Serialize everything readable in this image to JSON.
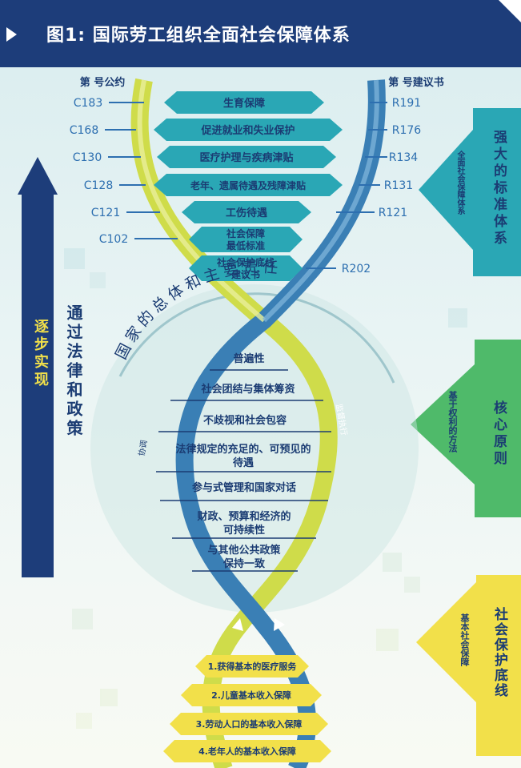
{
  "title": "图1: 国际劳工组织全面社会保障体系",
  "top_left_label": "第 号公约",
  "top_right_label": "第 号建议书",
  "standards": [
    {
      "convention": "C183",
      "label": "生育保障",
      "recommendation": "R191"
    },
    {
      "convention": "C168",
      "label": "促进就业和失业保护",
      "recommendation": "R176"
    },
    {
      "convention": "C130",
      "label": "医疗护理与疾病津贴",
      "recommendation": "R134"
    },
    {
      "convention": "C128",
      "label": "老年、遗属待遇及残障津贴",
      "recommendation": "R131"
    },
    {
      "convention": "C121",
      "label": "工伤待遇",
      "recommendation": "R121"
    },
    {
      "convention": "C102",
      "label_lines": [
        "社会保障",
        "最低标准"
      ],
      "recommendation": ""
    },
    {
      "convention": "",
      "label_lines": [
        "社会保护底线",
        "建议书"
      ],
      "recommendation": "R202"
    }
  ],
  "state_responsibility": "国家的总体和主要责任",
  "principles": [
    {
      "lines": [
        "普遍性"
      ]
    },
    {
      "lines": [
        "社会团结与集体筹资"
      ]
    },
    {
      "lines": [
        "不歧视和社会包容"
      ]
    },
    {
      "lines": [
        "法律规定的充足的、可预见的",
        "待遇"
      ]
    },
    {
      "lines": [
        "参与式管理和国家对话"
      ]
    },
    {
      "lines": [
        "财政、预算和经济的",
        "可持续性"
      ]
    },
    {
      "lines": [
        "与其他公共政策",
        "保持一致"
      ]
    }
  ],
  "strand_left_label": "协调",
  "strand_right_label": "监督执行",
  "left_arrow": {
    "label": "逐步实现",
    "sub": "通过法律和政策"
  },
  "right_panels": [
    {
      "small": "全面社会保障体系",
      "big": "强大的标准体系",
      "color": "#2aa7b5"
    },
    {
      "small": "基于权利的方法",
      "big": "核心原则",
      "color": "#4fba6a"
    },
    {
      "small": "基本社会保障",
      "big": "社会保护底线",
      "color": "#f2e04a"
    }
  ],
  "floor_guarantees": [
    "1.获得基本的医疗服务",
    "2.儿童基本收入保障",
    "3.劳动人口的基本收入保障",
    "4.老年人的基本收入保障"
  ]
}
